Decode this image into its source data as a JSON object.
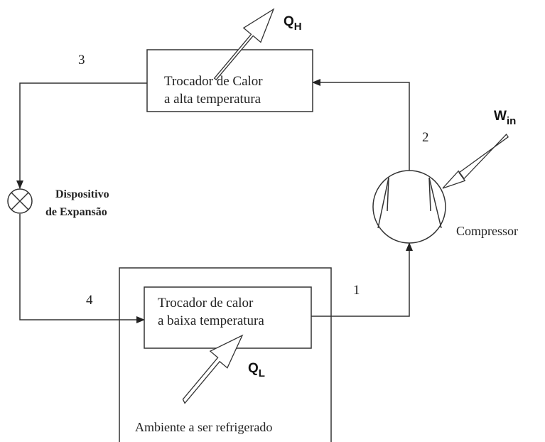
{
  "diagram": {
    "states": {
      "s1": "1",
      "s2": "2",
      "s3": "3",
      "s4": "4"
    },
    "hot_exchanger": {
      "line1": "Trocador de Calor",
      "line2": "a alta temperatura"
    },
    "cold_exchanger": {
      "line1": "Trocador de calor",
      "line2": "a baixa temperatura"
    },
    "expansion": {
      "line1": "Dispositivo",
      "line2": "de Expansão"
    },
    "compressor": {
      "label": "Compressor"
    },
    "refrigerated_space": {
      "label": "Ambiente a ser refrigerado"
    },
    "heat_out": {
      "symbol": "Q",
      "subscript": "H"
    },
    "heat_in": {
      "symbol": "Q",
      "subscript": "L"
    },
    "work_in": {
      "symbol": "W",
      "subscript": "in"
    }
  }
}
